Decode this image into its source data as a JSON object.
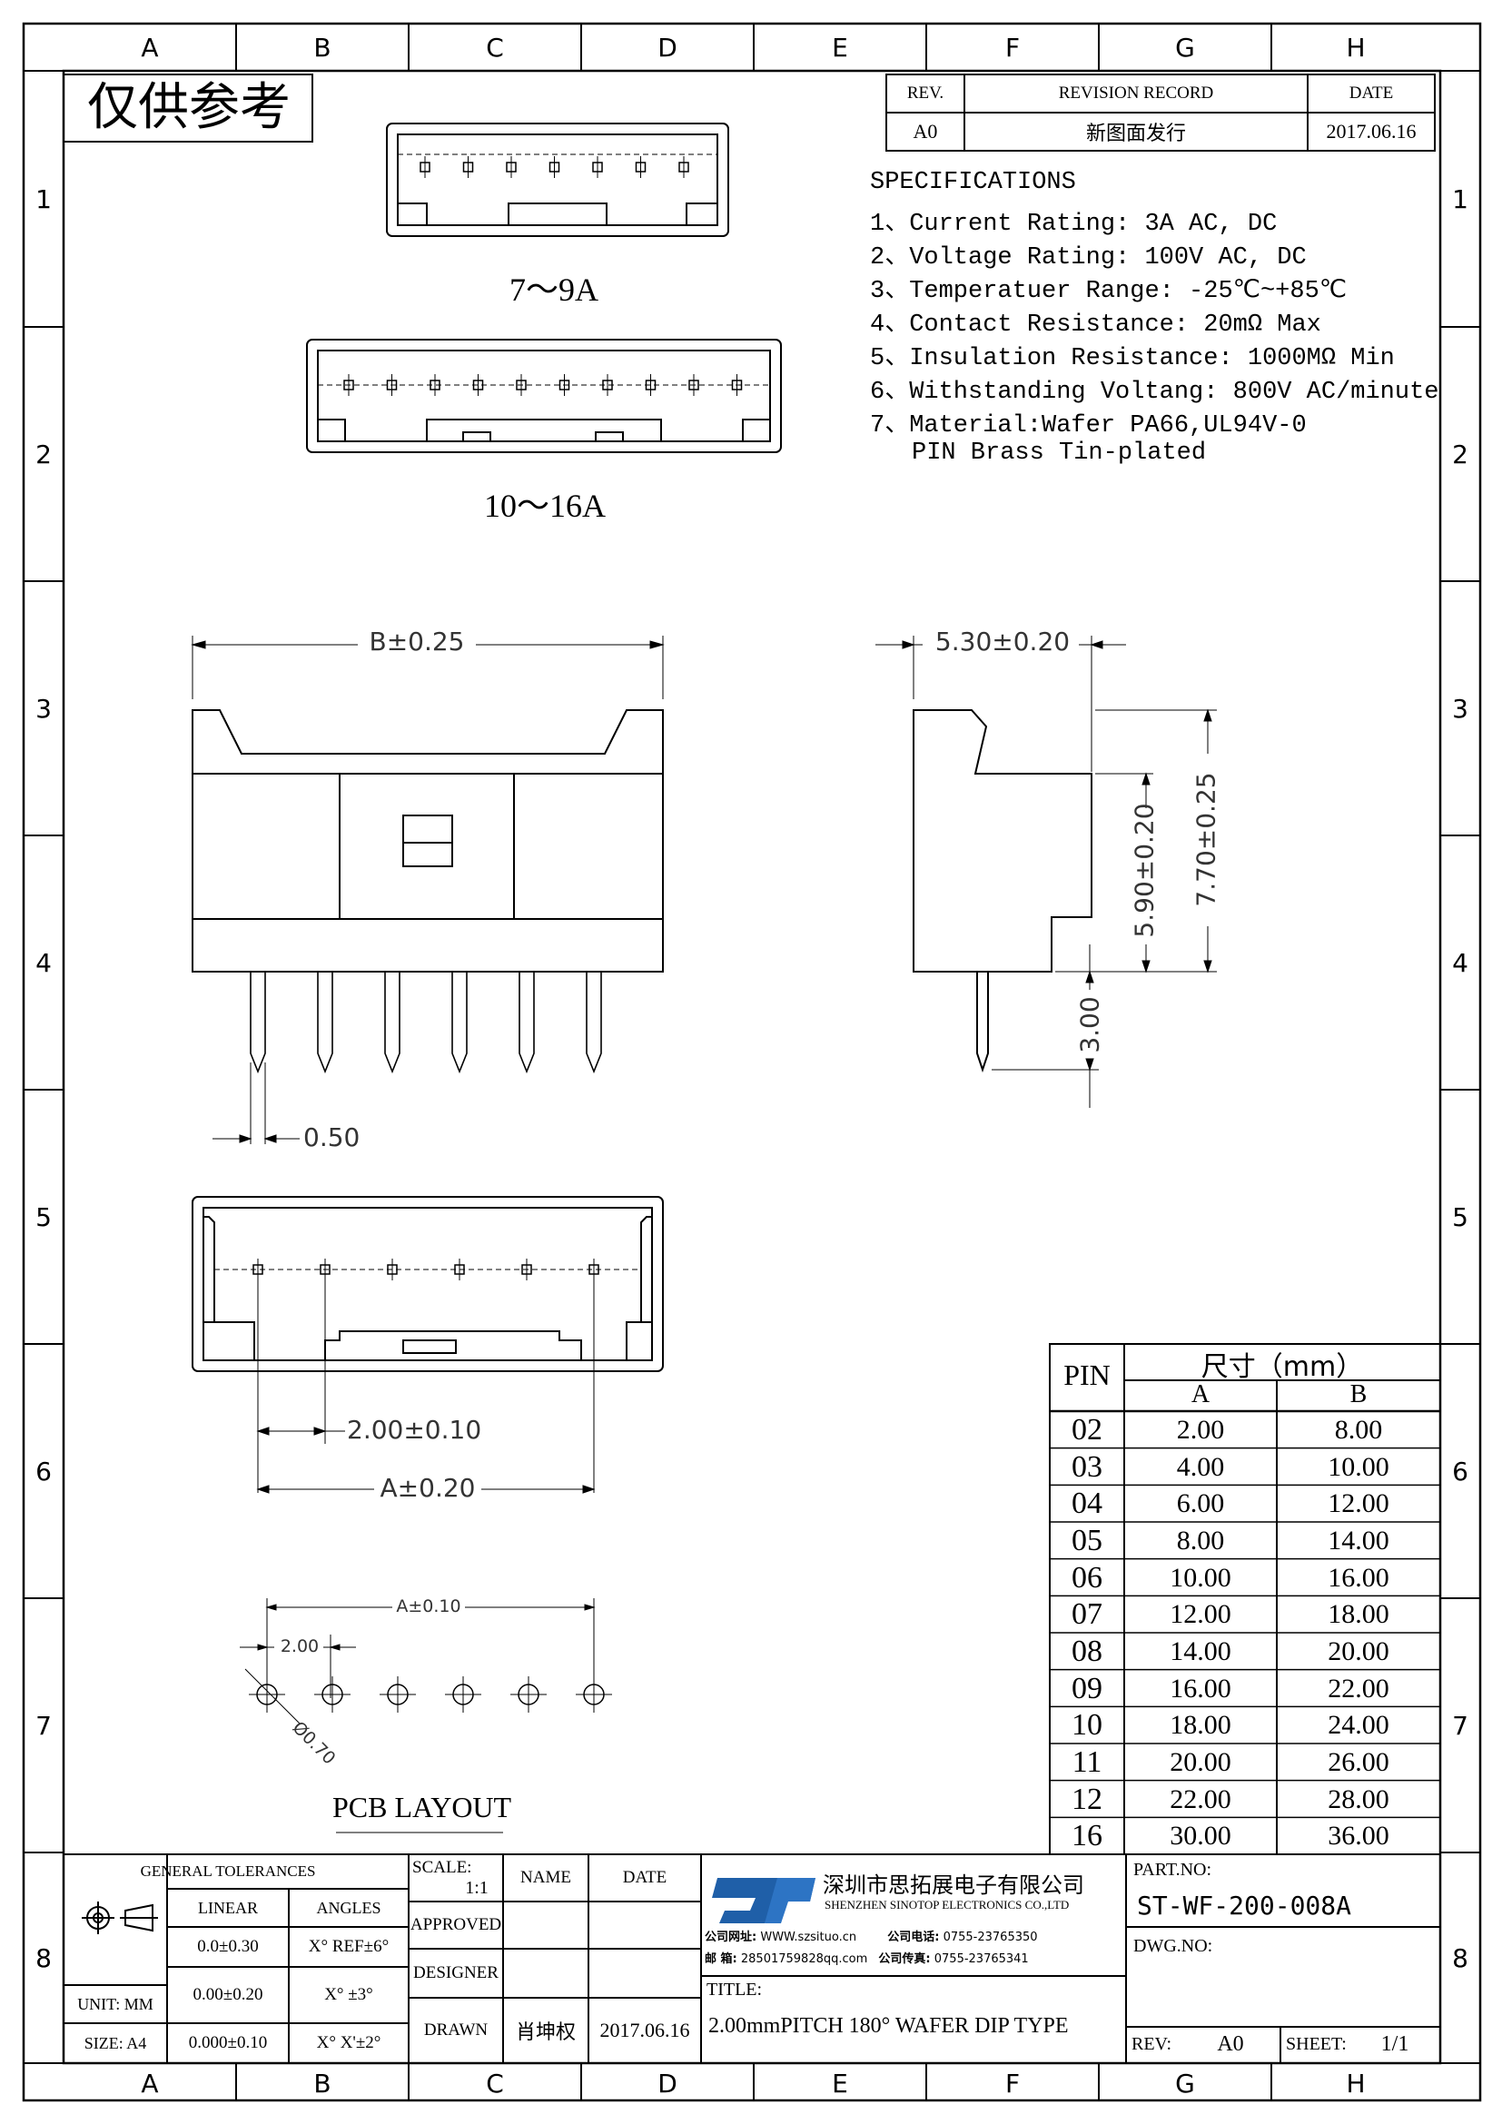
{
  "watermark": "仅供参考",
  "grid": {
    "columns": [
      "A",
      "B",
      "C",
      "D",
      "E",
      "F",
      "G",
      "H"
    ],
    "rows": [
      "1",
      "2",
      "3",
      "4",
      "5",
      "6",
      "7",
      "8"
    ]
  },
  "revision": {
    "headers": {
      "rev": "REV.",
      "record": "REVISION RECORD",
      "date": "DATE"
    },
    "row": {
      "rev": "A0",
      "record": "新图面发行",
      "date": "2017.06.16"
    }
  },
  "specifications": {
    "title": "SPECIFICATIONS",
    "items": [
      "1、Current Rating: 3A AC, DC",
      "2、Voltage Rating: 100V AC, DC",
      "3、Temperatuer Range: -25℃~+85℃",
      "4、Contact Resistance: 20mΩ Max",
      "5、Insulation Resistance: 1000MΩ Min",
      "6、Withstanding Voltang: 800V AC/minute",
      "7、Material:Wafer PA66,UL94V-0"
    ],
    "item7_continued": "PIN Brass Tin-plated"
  },
  "views": {
    "top_view_small": "7～9A",
    "top_view_large": "10～16A",
    "pcb_layout": "PCB LAYOUT"
  },
  "dimensions": {
    "b_width": "B±0.25",
    "side_depth": "5.30±0.20",
    "side_height_inner": "5.90±0.20",
    "side_height_outer": "7.70±0.25",
    "pin_length": "3.00",
    "pin_width": "0.50",
    "pitch": "2.00±0.10",
    "a_span": "A±0.20",
    "pcb_span": "A±0.10",
    "pcb_pitch": "2.00",
    "pcb_hole": "Ø0.70"
  },
  "pin_table": {
    "pin_header": "PIN",
    "size_header": "尺寸（mm）",
    "col_a": "A",
    "col_b": "B",
    "rows": [
      {
        "pin": "02",
        "a": "2.00",
        "b": "8.00"
      },
      {
        "pin": "03",
        "a": "4.00",
        "b": "10.00"
      },
      {
        "pin": "04",
        "a": "6.00",
        "b": "12.00"
      },
      {
        "pin": "05",
        "a": "8.00",
        "b": "14.00"
      },
      {
        "pin": "06",
        "a": "10.00",
        "b": "16.00"
      },
      {
        "pin": "07",
        "a": "12.00",
        "b": "18.00"
      },
      {
        "pin": "08",
        "a": "14.00",
        "b": "20.00"
      },
      {
        "pin": "09",
        "a": "16.00",
        "b": "22.00"
      },
      {
        "pin": "10",
        "a": "18.00",
        "b": "24.00"
      },
      {
        "pin": "11",
        "a": "20.00",
        "b": "26.00"
      },
      {
        "pin": "12",
        "a": "22.00",
        "b": "28.00"
      },
      {
        "pin": "16",
        "a": "30.00",
        "b": "36.00"
      }
    ]
  },
  "title_block": {
    "general_tolerances": "GENERAL TOLERANCES",
    "linear": "LINEAR",
    "angles": "ANGLES",
    "tol_rows": [
      {
        "linear": "0.0±0.30",
        "angle": "X° REF±6°"
      },
      {
        "linear": "0.00±0.20",
        "angle": "X° ±3°"
      },
      {
        "linear": "0.000±0.10",
        "angle": "X° X'±2°"
      }
    ],
    "unit": "UNIT: MM",
    "size": "SIZE: A4",
    "scale_label": "SCALE:",
    "scale_value": "1:1",
    "name": "NAME",
    "date": "DATE",
    "approved": "APPROVED",
    "designer": "DESIGNER",
    "drawn": "DRAWN",
    "drawn_name": "肖坤权",
    "drawn_date": "2017.06.16",
    "company_cn": "深圳市思拓展电子有限公司",
    "company_en": "SHENZHEN SINOTOP ELECTRONICS CO.,LTD",
    "contact_web_label": "公司网址:",
    "contact_web": "WWW.szsituo.cn",
    "contact_tel_label": "公司电话:",
    "contact_tel": "0755-23765350",
    "contact_mail_label": "邮    箱:",
    "contact_mail": "28501759828qq.com",
    "contact_fax_label": "公司传真:",
    "contact_fax": "0755-23765341",
    "title_label": "TITLE:",
    "title": "2.00mmPITCH 180° WAFER DIP TYPE",
    "part_no_label": "PART.NO:",
    "part_no": "ST-WF-200-008A",
    "dwg_no_label": "DWG.NO:",
    "rev_label": "REV:",
    "rev": "A0",
    "sheet_label": "SHEET:",
    "sheet": "1/1"
  }
}
